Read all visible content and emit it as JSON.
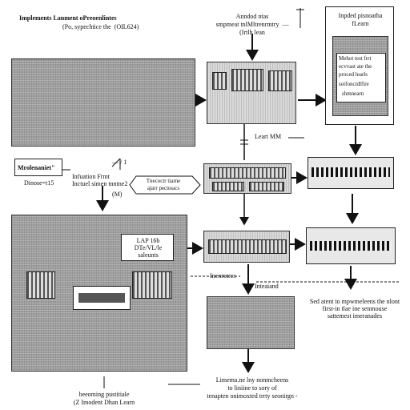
{
  "header": {
    "title": "Implements Lanment oPreoenlintes",
    "subtitle": "(Po, sypechtice the  (OIL624)"
  },
  "top_center_note": {
    "line1": "Anndod ntas",
    "line2": "smpmeat tnlMltrenrmtry  —",
    "line3": "(Irtlh lean"
  },
  "top_right_box": {
    "title_line1": "Inpded pisnoatha",
    "title_line2": "fLearn",
    "inner_line1": "Mehot test frrt",
    "inner_line2": "ecvvast ate the",
    "inner_line3": "proced learls",
    "inner_line4": "sotfoncidlfire",
    "inner_line5": "shmnearn"
  },
  "learn_label": "Leart MM",
  "left_label": {
    "line1": "Mrolenaniet\"",
    "line2": "Dinose=t15",
    "small_mark": "— / 1"
  },
  "mid_left_note": {
    "line1": "Infuation Frmt",
    "line2": "Inctuel simen tnntne2",
    "line3": "(M)"
  },
  "process_arrow": {
    "line1": "Tnecoctr tiarne",
    "line2": "ajarr pecnoacs"
  },
  "inner_label": {
    "line1": "LAP 16b",
    "line2": "DTe/VL/le",
    "line3": "saleunts"
  },
  "mid_notes": {
    "left": "Inenrotrcs",
    "center": "Inteaiand"
  },
  "right_bottom_note": {
    "line1": "Sed atent to mpwmeleens the nlont",
    "line2": "first-in tlae ine senmouse",
    "line3": "sattemest imeranades"
  },
  "bottom_center_note": {
    "line1": "Limema.ne lny nonmcheens",
    "line2": "to liniine to sory of",
    "line3": "tenapten onimoxted trrty seonirgn -"
  },
  "bottom_left_note": {
    "line1": "beeoming pustitiale",
    "line2": "(Z Imodent Dhan Learn"
  },
  "colors": {
    "panel_gray": "#9e9e9e",
    "line": "#111111",
    "background": "#ffffff"
  }
}
